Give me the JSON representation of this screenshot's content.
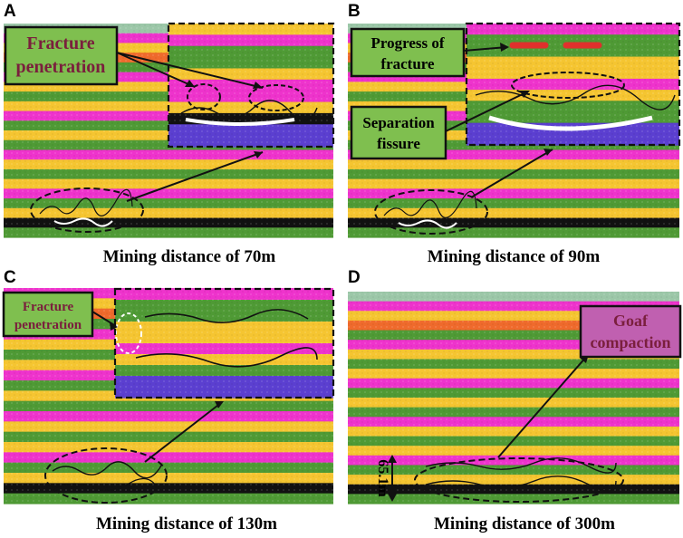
{
  "panels": [
    {
      "letter": "A",
      "caption": "Mining distance of 70m",
      "label_lines": [
        "Fracture",
        "penetration"
      ]
    },
    {
      "letter": "B",
      "caption": "Mining distance of 90m",
      "label_lines": [
        "Progress of",
        "fracture"
      ],
      "label2_lines": [
        "Separation",
        "fissure"
      ]
    },
    {
      "letter": "C",
      "caption": "Mining distance of 130m",
      "label_lines": [
        "Fracture",
        "penetration"
      ]
    },
    {
      "letter": "D",
      "caption": "Mining distance of 300m",
      "label_lines": [
        "Goaf",
        "compaction"
      ],
      "height_label": "65.1m"
    }
  ],
  "colors": {
    "magenta": "#ee33cc",
    "yellow": "#f5c531",
    "green": "#4f9a35",
    "orange": "#ef6a2c",
    "teal": "#9cc7a8",
    "purple": "#5b3fd0",
    "black": "#111111",
    "label_box_fill": "#7fbf4f",
    "label_box_fill_alt": "#c060b0"
  }
}
